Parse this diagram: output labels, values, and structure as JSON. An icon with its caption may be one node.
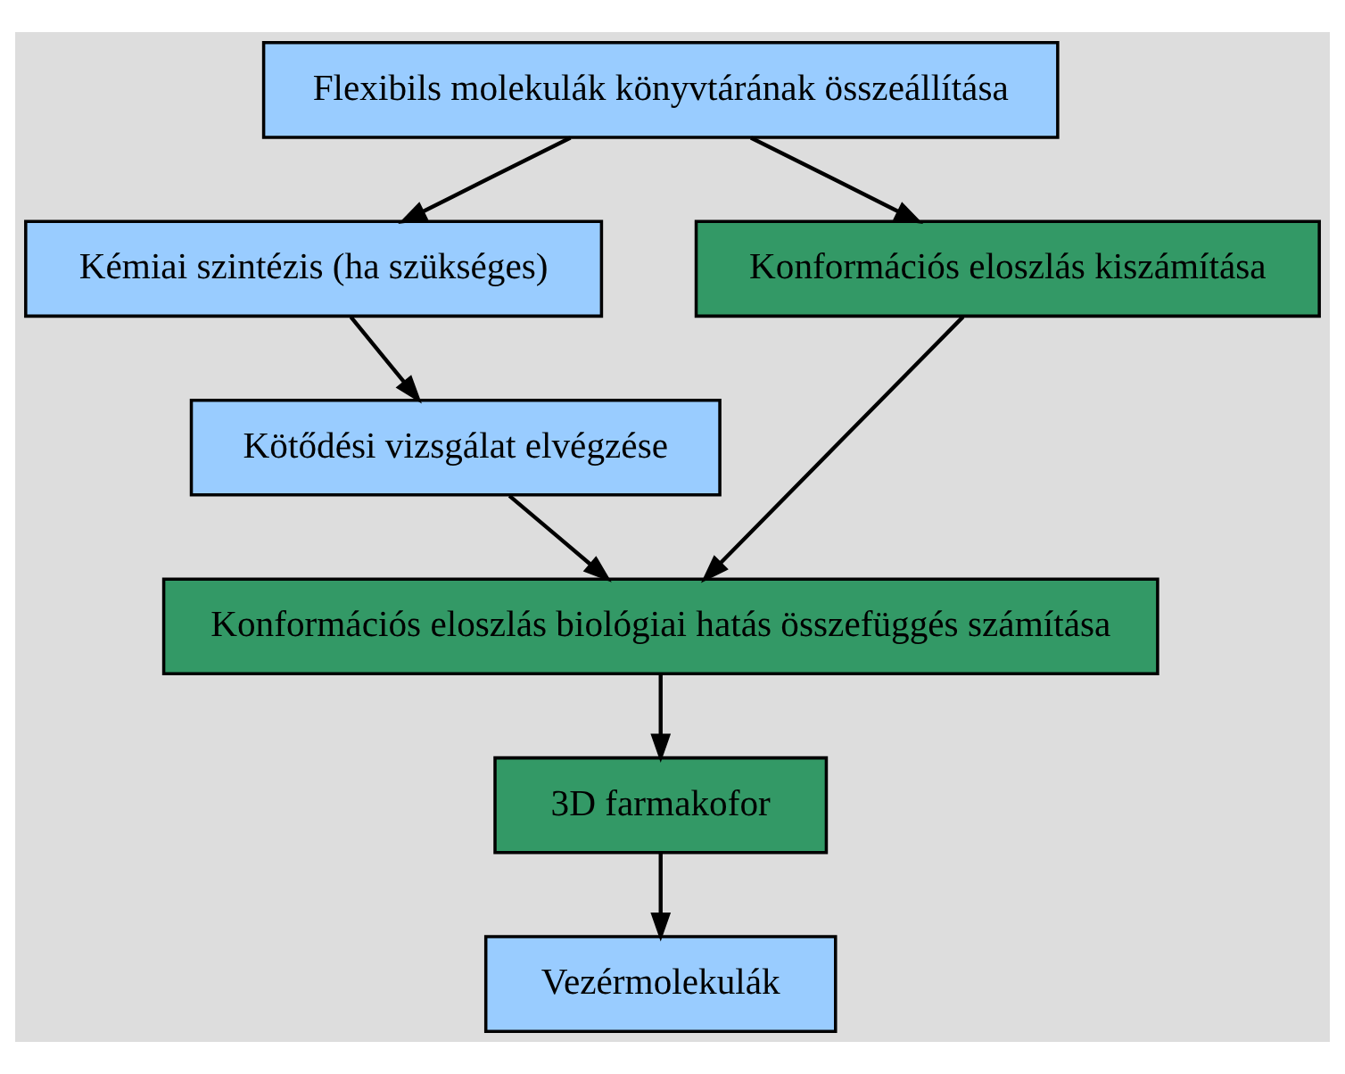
{
  "diagram": {
    "nodes": [
      {
        "text": [
          "Flexibils molekulák könyvtárának összeállítása"
        ]
      },
      {
        "text": [
          "Kémiai szintézis (ha szükséges)"
        ]
      },
      {
        "text": [
          "Konformációs eloszlás kiszámítása"
        ]
      },
      {
        "text": [
          "Kötődési vizsgálat elvégzése"
        ]
      },
      {
        "text": [
          "Konformációs eloszlás biológiai hatás összefüggés számítása"
        ]
      },
      {
        "text": [
          "3D farmakofor"
        ]
      },
      {
        "text": [
          "Vezérmolekulák"
        ]
      }
    ],
    "edges": [
      {
        "from": 0,
        "to": 2,
        "arrow": "to"
      },
      {
        "from": 0,
        "to": 1,
        "arrow": "to"
      },
      {
        "from": 1,
        "to": 3,
        "arrow": "to"
      },
      {
        "from": 2,
        "to": 4,
        "arrow": "to"
      },
      {
        "from": 3,
        "to": 4,
        "arrow": "to"
      },
      {
        "from": 4,
        "to": 5,
        "arrow": "to"
      },
      {
        "from": 5,
        "to": 6,
        "arrow": "to"
      }
    ]
  }
}
